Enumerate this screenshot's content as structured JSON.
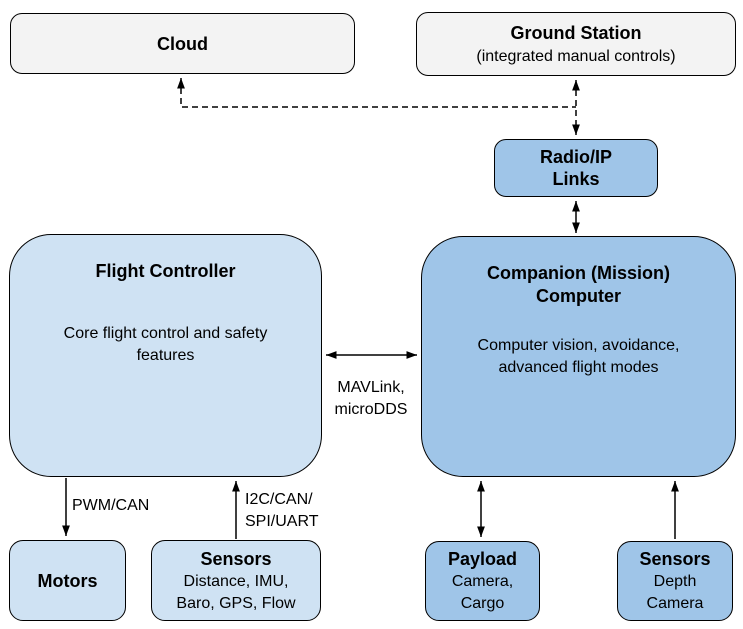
{
  "diagram": {
    "nodes": {
      "cloud": {
        "title": "Cloud"
      },
      "ground_station": {
        "title": "Ground Station",
        "subtitle": "(integrated manual controls)"
      },
      "radio_ip": {
        "title": "Radio/IP\nLinks"
      },
      "flight_controller": {
        "title": "Flight Controller",
        "body": "Core flight control and safety\nfeatures"
      },
      "companion_computer": {
        "title": "Companion (Mission)\nComputer",
        "body": "Computer vision, avoidance,\nadvanced flight modes"
      },
      "motors": {
        "title": "Motors"
      },
      "sensors_fc": {
        "title": "Sensors",
        "body": "Distance, IMU,\nBaro, GPS, Flow"
      },
      "payload": {
        "title": "Payload",
        "body": "Camera,\nCargo"
      },
      "sensors_cc": {
        "title": "Sensors",
        "body": "Depth\nCamera"
      }
    },
    "edge_labels": {
      "mavlink": "MAVLink,\nmicroDDS",
      "pwm": "PWM/CAN",
      "i2c": "I2C/CAN/\nSPI/UART"
    },
    "colors": {
      "node_gray": "#f3f3f3",
      "node_light_blue": "#cfe2f3",
      "node_medium_blue": "#9fc5e8",
      "border": "#000000",
      "background": "#ffffff"
    }
  }
}
